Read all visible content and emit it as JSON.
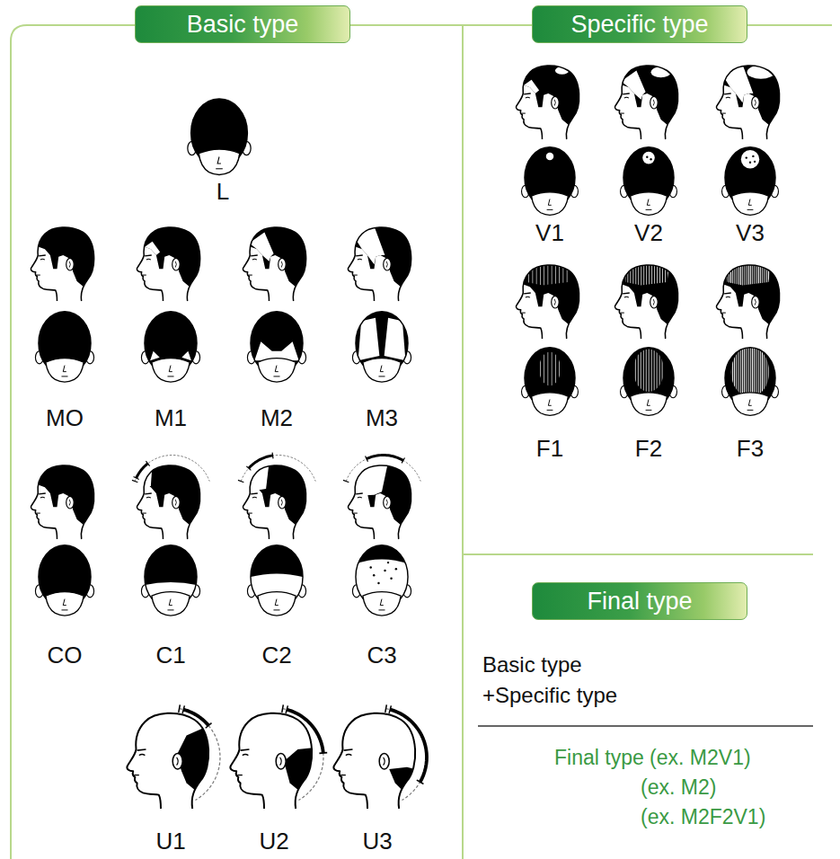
{
  "diagram": {
    "nodes": [
      {
        "text": [
          "Basic type"
        ]
      },
      {
        "text": [
          "Specific type"
        ]
      },
      {
        "text": [
          "Final type"
        ]
      }
    ],
    "labels": [
      "L",
      "MO",
      "M1",
      "M2",
      "M3",
      "CO",
      "C1",
      "C2",
      "C3",
      "U1",
      "U2",
      "U3",
      "V1",
      "V2",
      "V3",
      "F1",
      "F2",
      "F3",
      "Basic type",
      "+Specific type",
      "Final type (ex. M2V1)",
      "(ex. M2)",
      "(ex. M2F2V1)"
    ]
  }
}
